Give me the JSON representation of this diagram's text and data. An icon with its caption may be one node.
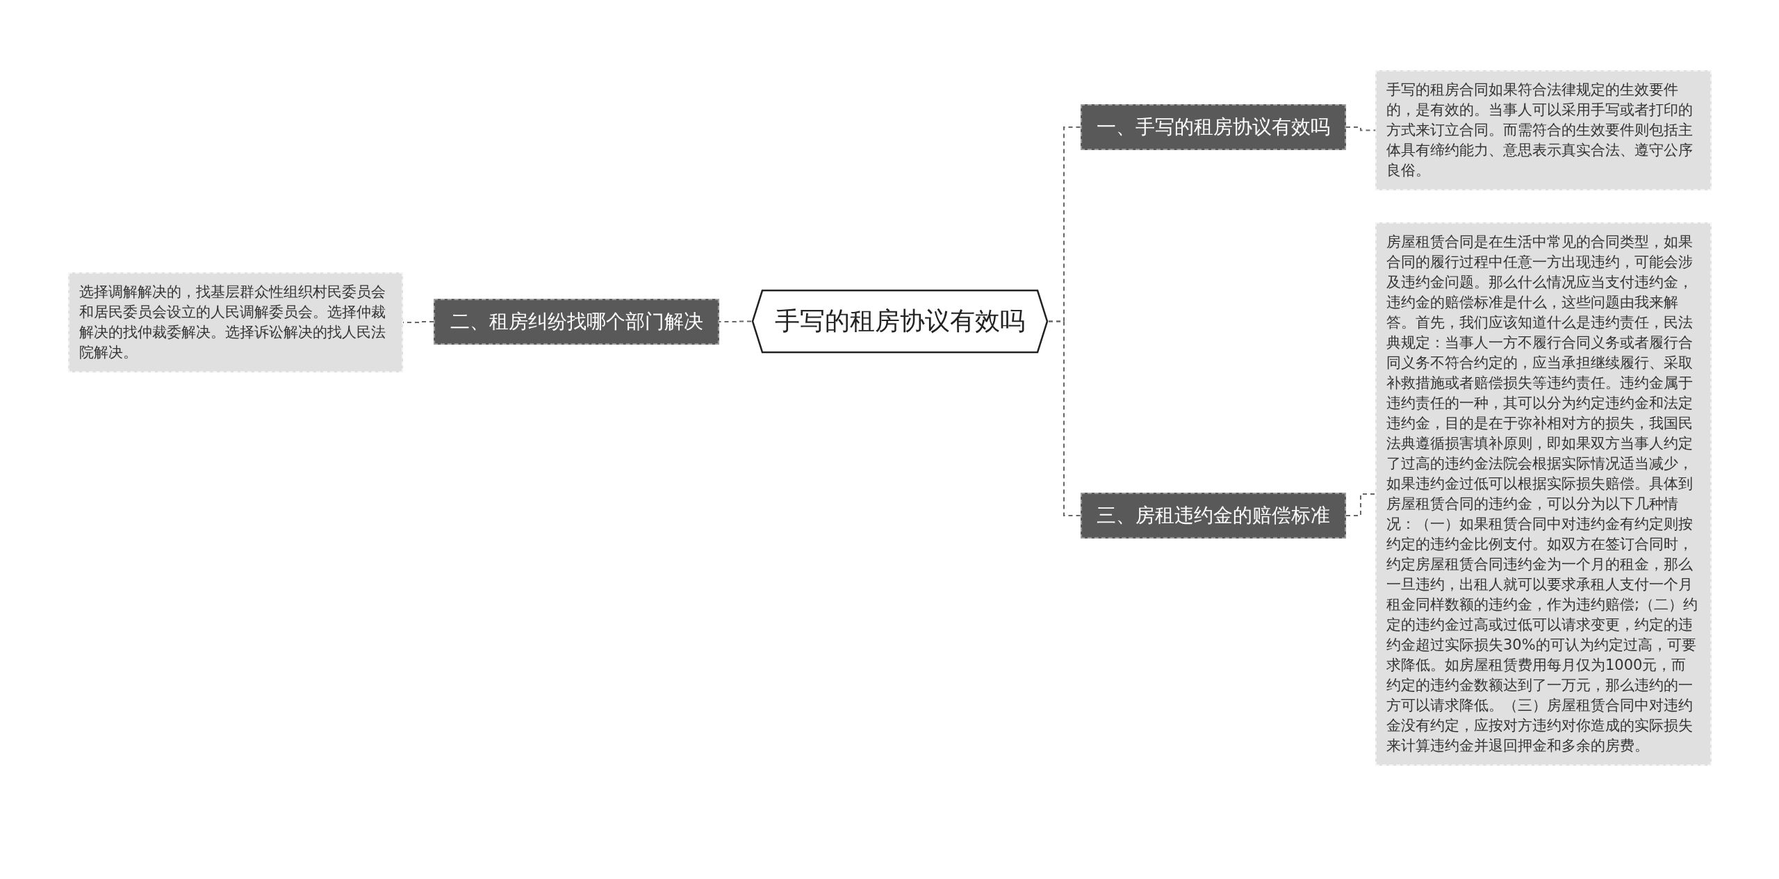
{
  "diagram": {
    "nodes": [
      {
        "text": [
          "手写的租房协议有效吗"
        ]
      },
      {
        "text": [
          "一、手写的租房协议有效吗"
        ]
      },
      {
        "text": [
          "二、租房纠纷找哪个部门解决"
        ]
      },
      {
        "text": [
          "三、房租违约金的赔偿标准"
        ]
      },
      {
        "text": [
          "手写的租房合同如果符合法律规定的生效要件的，是有效的。当事人可以采用手写或者打印的方式来订立合同。而需符合的生效要件则包括主体具有缔约能力、意思表示真实合法、遵守公序良俗。"
        ]
      },
      {
        "text": [
          "房屋租赁合同是在生活中常见的合同类型，如果合同的履行过程中任意一方出现违约，可能会涉及违约金问题。那么什么情况应当支付违约金，违约金的赔偿标准是什么，这些问题由我来解答。首先，我们应该知道什么是违约责任，民法典规定：当事人一方不履行合同义务或者履行合同义务不符合约定的，应当承担继续履行、采取补救措施或者赔偿损失等违约责任。违约金属于违约责任的一种，其可以分为约定违约金和法定违约金，目的是在于弥补相对方的损失，我国民法典遵循损害填补原则，即如果双方当事人约定了过高的违约金法院会根据实际情况适当减少，如果违约金过低可以根据实际损失赔偿。具体到房屋租赁合同的违约金，可以分为以下几种情况：（一）如果租赁合同中对违约金有约定则按约定的违约金比例支付。如双方在签订合同时，约定房屋租赁合同违约金为一个月的租金，那么一旦违约，出租人就可以要求承租人支付一个月租金同样数额的违约金，作为违约赔偿;（二）约定的违约金过高或过低可以请求变更，约定的违约金超过实际损失30%的可认为约定过高，可要求降低。如房屋租赁费用每月仅为1000元，而约定的违约金数额达到了一万元，那么违约的一方可以请求降低。（三）房屋租赁合同中对违约金没有约定，应按对方违约对你造成的实际损失来计算违约金并退回押金和多余的房费。"
        ]
      },
      {
        "text": [
          "选择调解解决的，找基层群众性组织村民委员会和居民委员会设立的人民调解委员会。选择仲裁解决的找仲裁委解决。选择诉讼解决的找人民法院解决。"
        ]
      }
    ],
    "edges": [
      {
        "from": 0,
        "to": 1,
        "arrow": "none"
      },
      {
        "from": 0,
        "to": 2,
        "arrow": "none"
      },
      {
        "from": 0,
        "to": 3,
        "arrow": "none"
      },
      {
        "from": 1,
        "to": 4,
        "arrow": "none"
      },
      {
        "from": 3,
        "to": 5,
        "arrow": "none"
      },
      {
        "from": 2,
        "to": 6,
        "arrow": "none"
      }
    ]
  }
}
